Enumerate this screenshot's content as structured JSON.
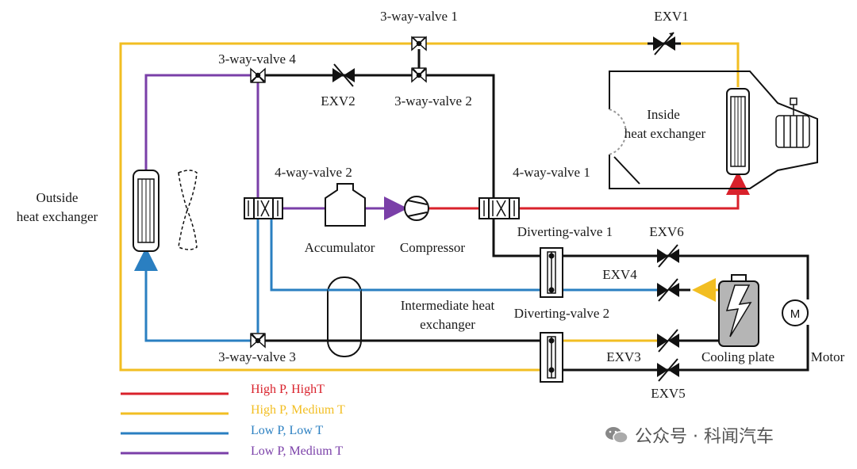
{
  "colors": {
    "high_p_high_t": "#d9212b",
    "high_p_medium_t": "#f2be22",
    "low_p_low_t": "#2a7fc1",
    "low_p_medium_t": "#7a3fa8",
    "black_line": "#111111"
  },
  "labels": {
    "three_way_valve_1": "3-way-valve 1",
    "three_way_valve_2": "3-way-valve 2",
    "three_way_valve_3": "3-way-valve 3",
    "three_way_valve_4": "3-way-valve 4",
    "four_way_valve_1": "4-way-valve 1",
    "four_way_valve_2": "4-way-valve 2",
    "exv1": "EXV1",
    "exv2": "EXV2",
    "exv3": "EXV3",
    "exv4": "EXV4",
    "exv5": "EXV5",
    "exv6": "EXV6",
    "inside_hx_line1": "Inside",
    "inside_hx_line2": "heat exchanger",
    "outside_hx_line1": "Outside",
    "outside_hx_line2": "heat exchanger",
    "accumulator": "Accumulator",
    "compressor": "Compressor",
    "diverting_valve_1": "Diverting-valve 1",
    "diverting_valve_2": "Diverting-valve 2",
    "intermediate_hx_line1": "Intermediate heat",
    "intermediate_hx_line2": "exchanger",
    "cooling_plate": "Cooling plate",
    "motor": "Motor",
    "motor_symbol": "M"
  },
  "legend": [
    {
      "key": "high_p_high_t",
      "label": "High P, HighT"
    },
    {
      "key": "high_p_medium_t",
      "label": "High P, Medium T"
    },
    {
      "key": "low_p_low_t",
      "label": "Low P, Low T"
    },
    {
      "key": "low_p_medium_t",
      "label": "Low P, Medium T"
    }
  ],
  "watermark": {
    "text": "公众号 · 科闻汽车",
    "icon": "wechat-icon"
  }
}
